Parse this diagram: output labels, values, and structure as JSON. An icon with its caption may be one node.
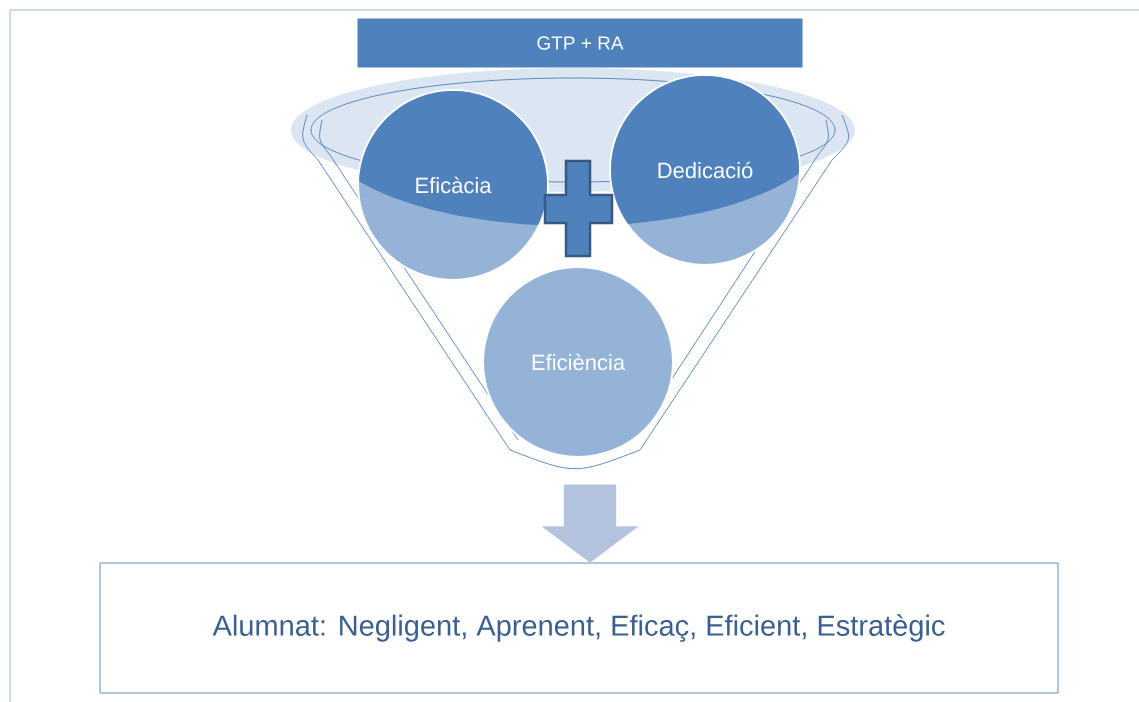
{
  "diagram": {
    "nodes": [
      {
        "text": [
          "GTP + RA"
        ]
      },
      {
        "text": [],
        "shape": "funnel"
      },
      {
        "text": [
          "Eficàcia"
        ],
        "in": 1
      },
      {
        "text": [
          "Dedicació"
        ],
        "in": 1
      },
      {
        "text": [],
        "shape": "cross",
        "in": 1
      },
      {
        "text": [
          "Eficiència"
        ],
        "in": 1
      },
      {
        "text": [
          "Alumnat: Negligent, Aprenent, Eficaç, Eficient, Estratègic"
        ]
      }
    ],
    "edges": [
      {
        "from": 1,
        "to": 6,
        "arrow": "to"
      }
    ]
  }
}
